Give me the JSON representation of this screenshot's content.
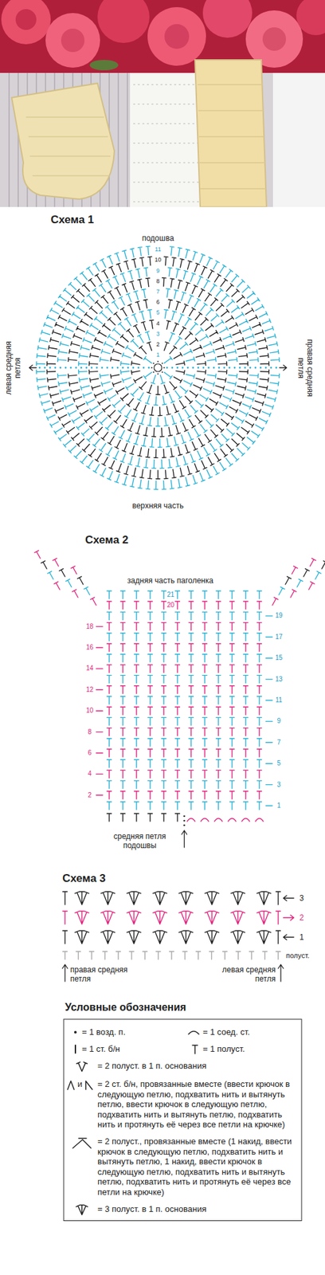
{
  "diagram": {
    "labels": [
      "Схема 1",
      "подошва",
      "левая средняя петля",
      "правая средняя петля",
      "1",
      "2",
      "3",
      "4",
      "5",
      "6",
      "7",
      "8",
      "9",
      "10",
      "11",
      "верхняя часть",
      "Схема 2",
      "задняя часть паголенка",
      "1",
      "2",
      "3",
      "4",
      "5",
      "6",
      "7",
      "8",
      "9",
      "10",
      "11",
      "12",
      "13",
      "14",
      "15",
      "16",
      "17",
      "18",
      "19",
      "20",
      "21",
      "средняя петля подошвы",
      "Схема 3",
      "3",
      "2",
      "1",
      "полуст.",
      "правая средняя петля",
      "левая средняя петля",
      "Условные обозначения",
      "и"
    ],
    "legend": [
      {
        "text": "= 1 возд. п."
      },
      {
        "text": "= 1 соед. ст."
      },
      {
        "text": "= 1 ст. б/н"
      },
      {
        "text": "= 1 полуст."
      },
      {
        "text": "= 2 полуст. в 1 п. основания"
      },
      {
        "text": "= 2 ст. б/н, провязанные вместе (ввести крючок в следующую петлю, подхватить нить и вытянуть петлю, ввести крючок в следующую петлю, подхватить нить и вытянуть петлю, подхватить нить и протянуть её через все петли на крючке)"
      },
      {
        "text": "= 2 полуст., провязанные вместе (1 накид, ввести крючок в следующую петлю, подхватить нить и вытянуть петлю, 1 накид, ввести крючок в следующую петлю, подхватить нить и вытянуть петлю, подхватить нить и протянуть её через все петли на крючке)"
      },
      {
        "text": "= 3 полуст. в 1 п. основания"
      }
    ]
  }
}
